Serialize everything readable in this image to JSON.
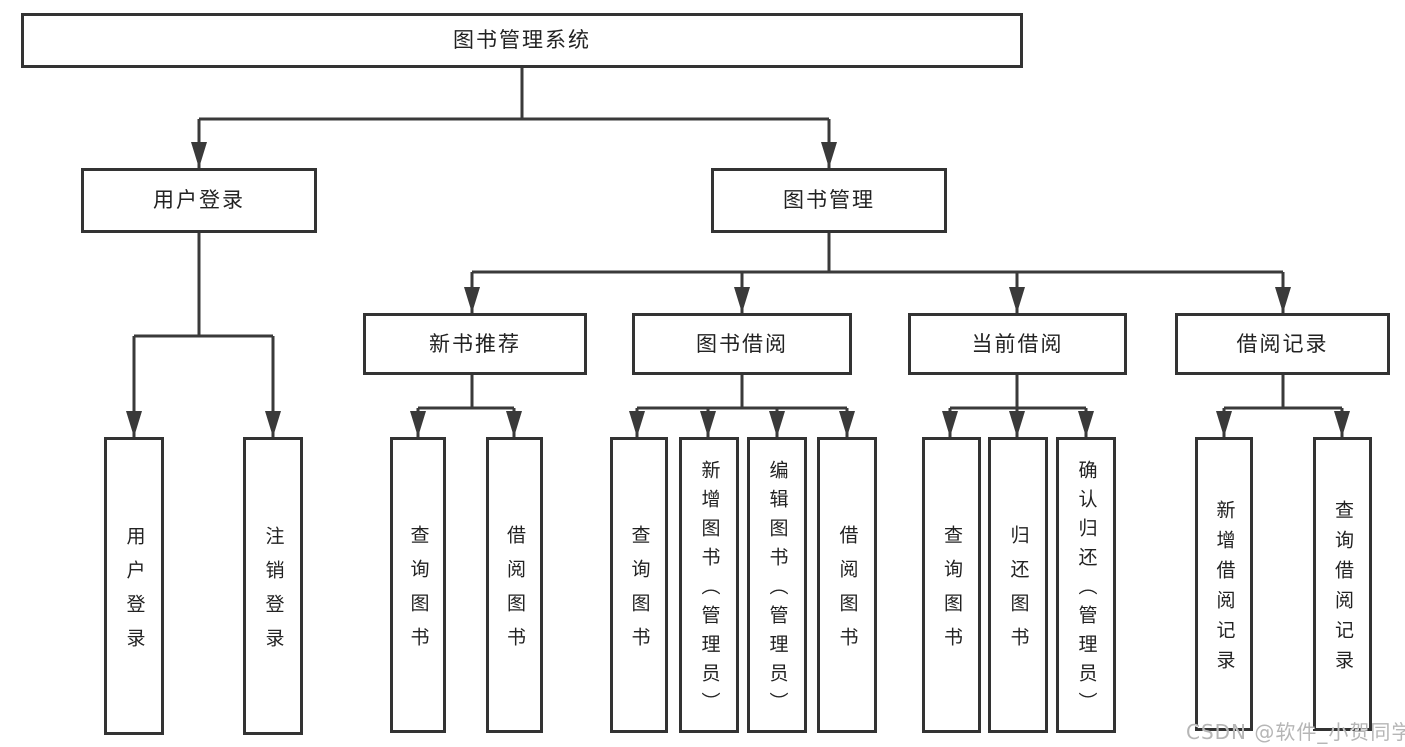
{
  "diagram": {
    "title_node": "图书管理系统",
    "nodes": {
      "root": "图书管理系统",
      "user_login": "用户登录",
      "book_mgmt": "图书管理",
      "new_book_rec": "新书推荐",
      "book_borrow": "图书借阅",
      "current_borrow": "当前借阅",
      "borrow_records": "借阅记录",
      "leaf_user_login": "用户登录",
      "leaf_logout": "注销登录",
      "rec_query_book": "查询图书",
      "rec_borrow_book": "借阅图书",
      "bb_query_book": "查询图书",
      "bb_add_book": "新增图书（管理员）",
      "bb_edit_book": "编辑图书（管理员）",
      "bb_borrow_book": "借阅图书",
      "cb_query_book": "查询图书",
      "cb_return_book": "归还图书",
      "cb_confirm_return": "确认归还（管理员）",
      "br_add_record": "新增借阅记录",
      "br_query_record": "查询借阅记录"
    },
    "colors": {
      "line": "#3a3a3a",
      "border": "#333333",
      "text": "#222222",
      "watermark": "#b6b6b6"
    }
  },
  "watermark": "CSDN @软件_小贺同学"
}
